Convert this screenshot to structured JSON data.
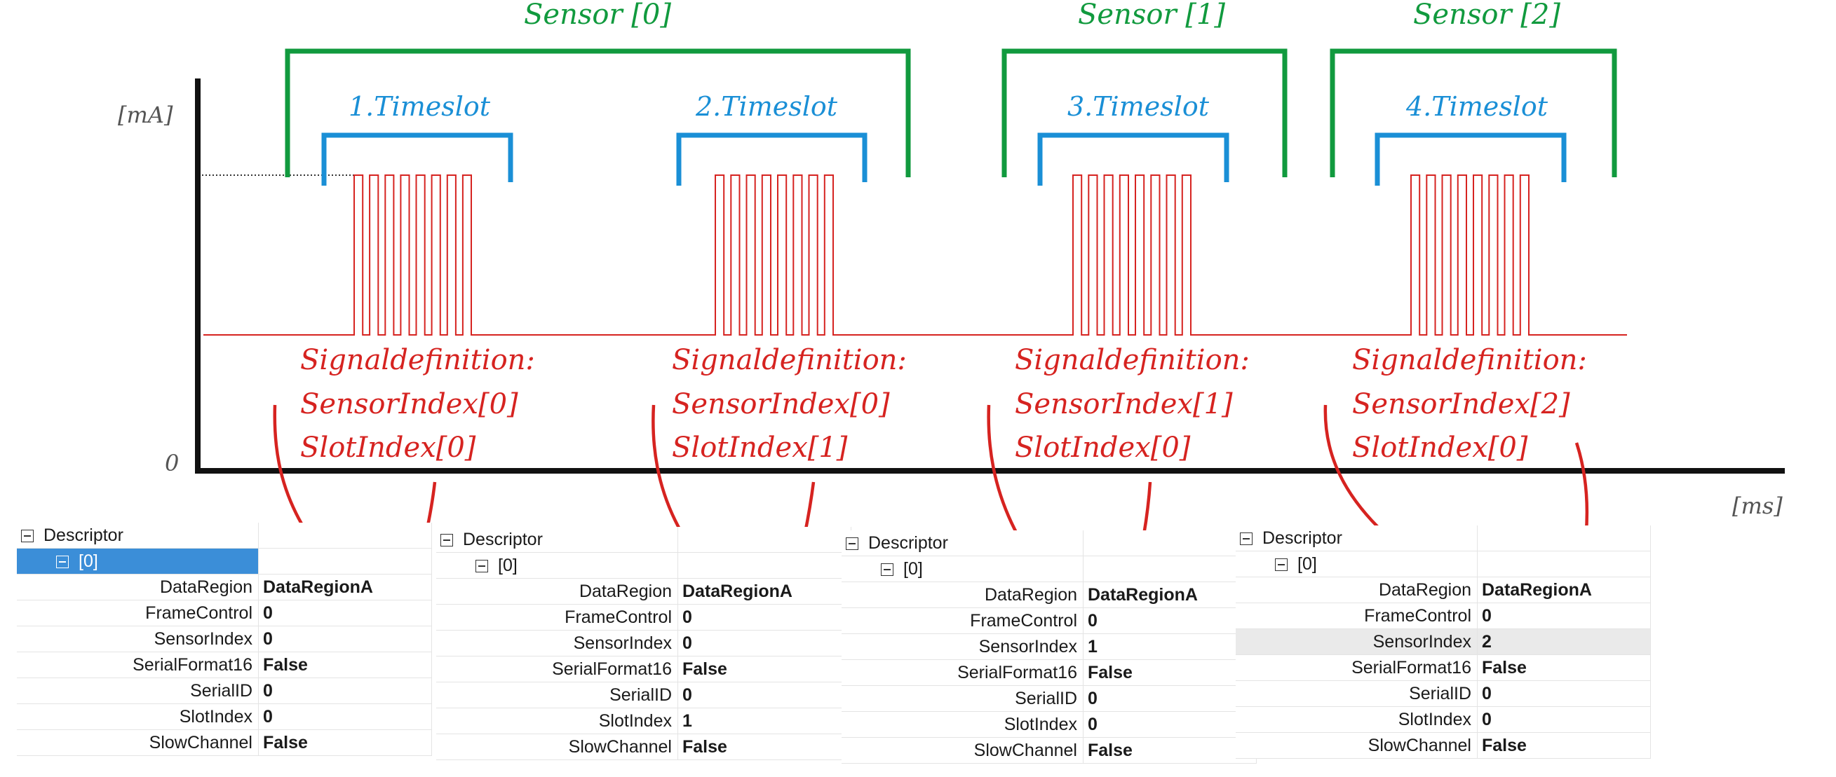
{
  "axes": {
    "y_label": "[mA]",
    "x_label": "[ms]",
    "origin": "0"
  },
  "sensors": [
    {
      "label": "Sensor [0]"
    },
    {
      "label": "Sensor [1]"
    },
    {
      "label": "Sensor [2]"
    }
  ],
  "timeslots": [
    {
      "label": "1.Timeslot",
      "sig_title": "Signaldefinition:",
      "sig_sensor": "SensorIndex[0]",
      "sig_slot": "SlotIndex[0]"
    },
    {
      "label": "2.Timeslot",
      "sig_title": "Signaldefinition:",
      "sig_sensor": "SensorIndex[0]",
      "sig_slot": "SlotIndex[1]"
    },
    {
      "label": "3.Timeslot",
      "sig_title": "Signaldefinition:",
      "sig_sensor": "SensorIndex[1]",
      "sig_slot": "SlotIndex[0]"
    },
    {
      "label": "4.Timeslot",
      "sig_title": "Signaldefinition:",
      "sig_sensor": "SensorIndex[2]",
      "sig_slot": "SlotIndex[0]"
    }
  ],
  "grids": [
    {
      "root": "Descriptor",
      "item": "[0]",
      "selected": true,
      "rows": [
        {
          "name": "DataRegion",
          "value": "DataRegionA"
        },
        {
          "name": "FrameControl",
          "value": "0"
        },
        {
          "name": "SensorIndex",
          "value": "0"
        },
        {
          "name": "SerialFormat16",
          "value": "False"
        },
        {
          "name": "SerialID",
          "value": "0"
        },
        {
          "name": "SlotIndex",
          "value": "0"
        },
        {
          "name": "SlowChannel",
          "value": "False"
        }
      ]
    },
    {
      "root": "Descriptor",
      "item": "[0]",
      "selected": false,
      "rows": [
        {
          "name": "DataRegion",
          "value": "DataRegionA"
        },
        {
          "name": "FrameControl",
          "value": "0"
        },
        {
          "name": "SensorIndex",
          "value": "0"
        },
        {
          "name": "SerialFormat16",
          "value": "False"
        },
        {
          "name": "SerialID",
          "value": "0"
        },
        {
          "name": "SlotIndex",
          "value": "1"
        },
        {
          "name": "SlowChannel",
          "value": "False"
        }
      ]
    },
    {
      "root": "Descriptor",
      "item": "[0]",
      "selected": false,
      "rows": [
        {
          "name": "DataRegion",
          "value": "DataRegionA"
        },
        {
          "name": "FrameControl",
          "value": "0"
        },
        {
          "name": "SensorIndex",
          "value": "1"
        },
        {
          "name": "SerialFormat16",
          "value": "False"
        },
        {
          "name": "SerialID",
          "value": "0"
        },
        {
          "name": "SlotIndex",
          "value": "0"
        },
        {
          "name": "SlowChannel",
          "value": "False"
        }
      ]
    },
    {
      "root": "Descriptor",
      "item": "[0]",
      "selected": false,
      "highlight_row": 2,
      "rows": [
        {
          "name": "DataRegion",
          "value": "DataRegionA"
        },
        {
          "name": "FrameControl",
          "value": "0"
        },
        {
          "name": "SensorIndex",
          "value": "2"
        },
        {
          "name": "SerialFormat16",
          "value": "False"
        },
        {
          "name": "SerialID",
          "value": "0"
        },
        {
          "name": "SlotIndex",
          "value": "0"
        },
        {
          "name": "SlowChannel",
          "value": "False"
        }
      ]
    }
  ],
  "colors": {
    "sensor": "#119a3e",
    "timeslot": "#1a8fd6",
    "signal": "#d62320",
    "axis": "#111111"
  }
}
